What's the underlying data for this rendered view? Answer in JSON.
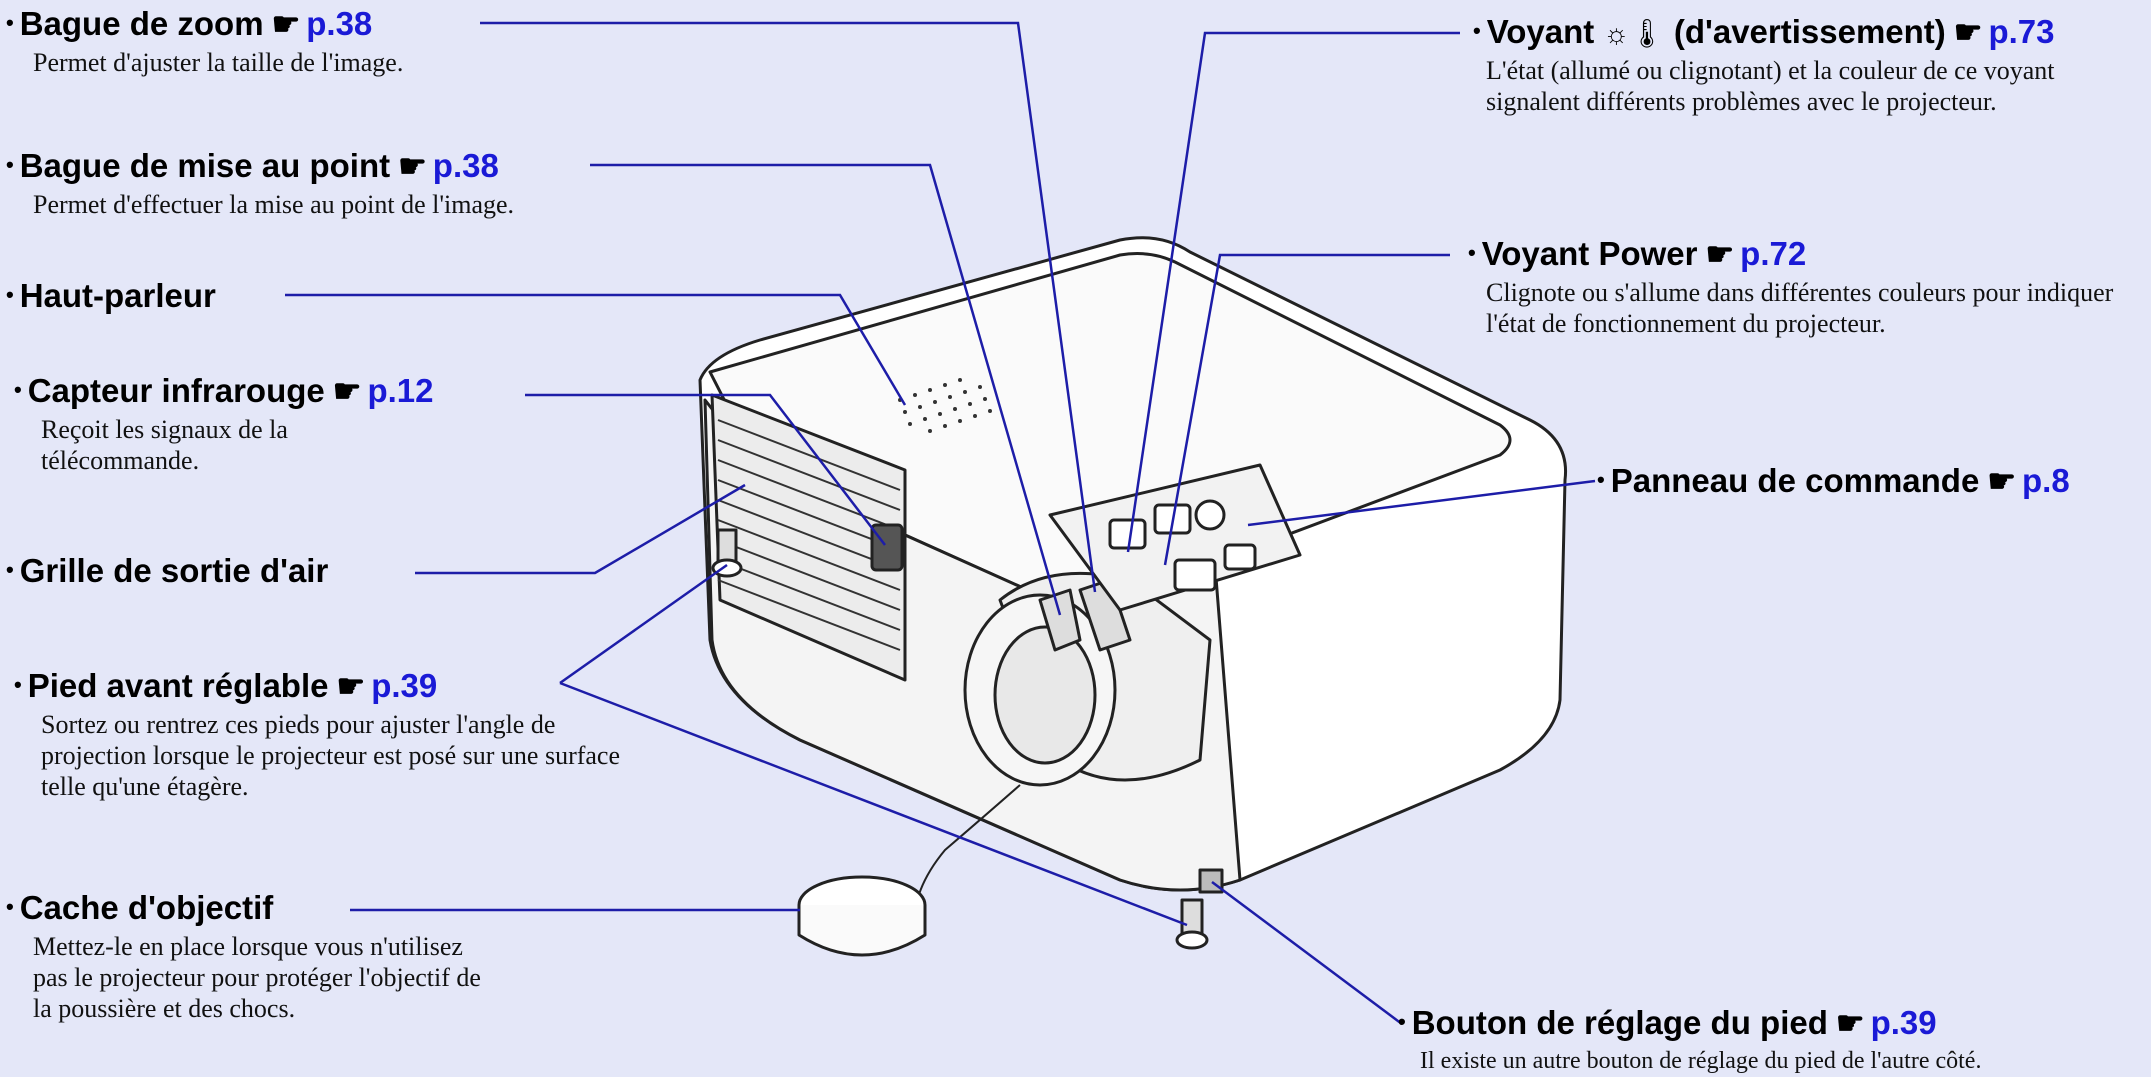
{
  "colors": {
    "background": "#e4e7f8",
    "leader": "#1d1da8",
    "page_ref": "#1a1ad6"
  },
  "icons": {
    "bullet": "bullet-icon",
    "hand": "pointing-hand-icon",
    "warning": "light-thermometer-icon"
  },
  "glyphs": {
    "bullet": "•",
    "hand": "☛",
    "warning": "☼🌡"
  },
  "callouts": {
    "zoom": {
      "title": "Bague de zoom",
      "ref": "p.38",
      "desc": "Permet d'ajuster la taille de l'image."
    },
    "focus": {
      "title": "Bague de mise au point",
      "ref": "p.38",
      "desc": "Permet d'effectuer la mise au point de l'image."
    },
    "speaker": {
      "title": "Haut-parleur"
    },
    "ir": {
      "title": "Capteur infrarouge",
      "ref": "p.12",
      "desc": "Reçoit les signaux de la télécommande."
    },
    "grille": {
      "title": "Grille de sortie d'air"
    },
    "foot": {
      "title": "Pied avant réglable",
      "ref": "p.39",
      "desc": "Sortez ou rentrez ces pieds pour ajuster l'angle de projection lorsque le projecteur est posé sur une surface telle qu'une étagère."
    },
    "cap": {
      "title": "Cache d'objectif",
      "desc": "Mettez-le en place lorsque vous n'utilisez pas le projecteur pour protéger l'objectif de la poussière et des chocs."
    },
    "warning": {
      "title_pre": "Voyant",
      "title_post": "(d'avertissement)",
      "ref": "p.73",
      "desc": "L'état (allumé ou clignotant) et la couleur de ce voyant signalent différents problèmes avec le projecteur."
    },
    "power": {
      "title": "Voyant Power",
      "ref": "p.72",
      "desc": "Clignote ou s'allume dans différentes couleurs pour indiquer l'état de fonctionnement du projecteur."
    },
    "panel": {
      "title": "Panneau de commande",
      "ref": "p.8"
    },
    "footbtn": {
      "title": "Bouton de réglage du pied",
      "ref": "p.39",
      "desc": "Il existe un autre bouton de réglage du pied de l'autre côté."
    }
  }
}
